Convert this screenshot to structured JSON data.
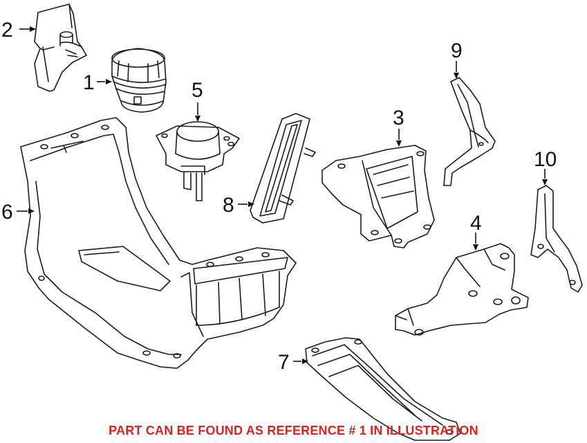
{
  "callouts": [
    {
      "id": "1",
      "label": "1"
    },
    {
      "id": "2",
      "label": "2"
    },
    {
      "id": "3",
      "label": "3"
    },
    {
      "id": "4",
      "label": "4"
    },
    {
      "id": "5",
      "label": "5"
    },
    {
      "id": "6",
      "label": "6"
    },
    {
      "id": "7",
      "label": "7"
    },
    {
      "id": "8",
      "label": "8"
    },
    {
      "id": "9",
      "label": "9"
    },
    {
      "id": "10",
      "label": "10"
    }
  ],
  "footer": {
    "note": "PART CAN BE FOUND AS REFERENCE # 1 IN ILLUSTRATION",
    "note_color": "#e0211d"
  }
}
